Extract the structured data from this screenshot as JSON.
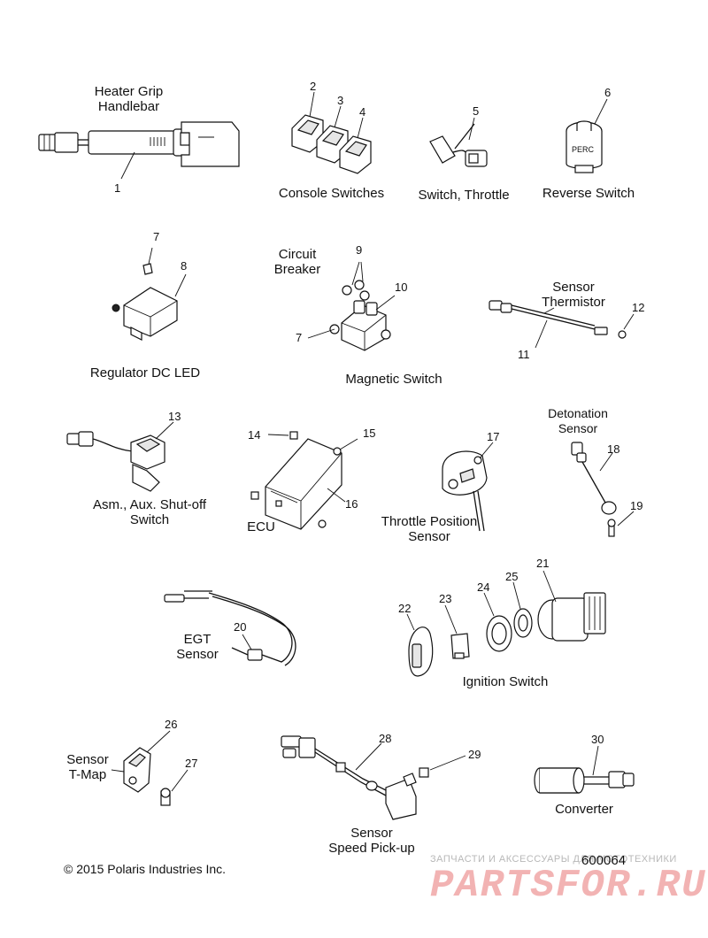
{
  "labels": {
    "heater_grip": "Heater Grip\nHandlebar",
    "console_switches": "Console Switches",
    "switch_throttle": "Switch, Throttle",
    "reverse_switch": "Reverse Switch",
    "regulator": "Regulator DC LED",
    "circuit_breaker": "Circuit\nBreaker",
    "magnetic_switch": "Magnetic Switch",
    "sensor_thermistor": "Sensor\nThermistor",
    "aux_shutoff": "Asm., Aux. Shut-off\nSwitch",
    "ecu": "ECU",
    "throttle_position": "Throttle Position\nSensor",
    "detonation": "Detonation\nSensor",
    "egt": "EGT\nSensor",
    "ignition": "Ignition Switch",
    "tmap": "Sensor\nT-Map",
    "speed_pickup": "Sensor\nSpeed Pick-up",
    "converter": "Converter"
  },
  "callouts": {
    "n1": "1",
    "n2": "2",
    "n3": "3",
    "n4": "4",
    "n5": "5",
    "n6": "6",
    "n7a": "7",
    "n7b": "7",
    "n8": "8",
    "n9": "9",
    "n10": "10",
    "n11": "11",
    "n12": "12",
    "n13": "13",
    "n14": "14",
    "n15": "15",
    "n16": "16",
    "n17": "17",
    "n18": "18",
    "n19": "19",
    "n20": "20",
    "n21": "21",
    "n22": "22",
    "n23": "23",
    "n24": "24",
    "n25": "25",
    "n26": "26",
    "n27": "27",
    "n28": "28",
    "n29": "29",
    "n30": "30"
  },
  "part_text": {
    "perc": "PERC"
  },
  "footer": {
    "copyright": "© 2015 Polaris Industries Inc.",
    "diagram_number": "600064",
    "watermark_line": "ЗАПЧАСТИ И АКСЕССУАРЫ ДЛЯ МОТОТЕХНИКИ",
    "watermark_logo": "PARTSFOR.RU"
  },
  "colors": {
    "line": "#111111",
    "watermark_red": "#f2b3b3",
    "watermark_gray": "#b8b8b8"
  }
}
